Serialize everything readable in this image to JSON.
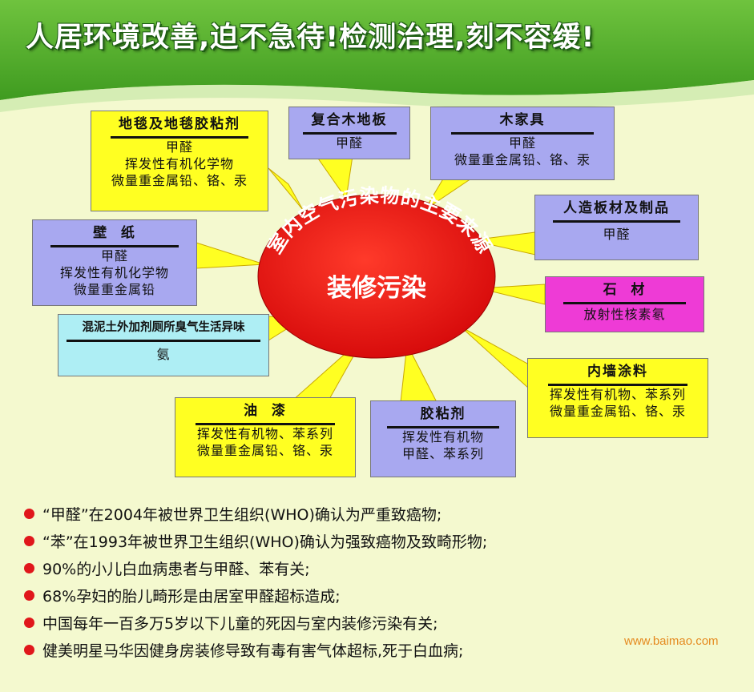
{
  "banner": {
    "title": "人居环境改善,迫不急待!检测治理,刻不容缓!"
  },
  "center": {
    "arc_text": "室内空气污染物的主要来源",
    "main": "装修污染"
  },
  "sources": {
    "carpet": {
      "title": "地毯及地毯胶粘剂",
      "lines": [
        "甲醛",
        "挥发性有机化学物",
        "微量重金属铅、铬、汞"
      ]
    },
    "composite_floor": {
      "title": "复合木地板",
      "lines": [
        "甲醛"
      ]
    },
    "furniture": {
      "title": "木家具",
      "lines": [
        "甲醛",
        "微量重金属铅、铬、汞"
      ]
    },
    "wood_board": {
      "title": "人造板材及制品",
      "lines": [
        "甲醛"
      ]
    },
    "wallpaper": {
      "title": "壁  纸",
      "lines": [
        "甲醛",
        "挥发性有机化学物",
        "微量重金属铅"
      ]
    },
    "stone": {
      "title": "石  材",
      "lines": [
        "放射性核素氡"
      ]
    },
    "concrete": {
      "title": "混泥土外加剂厕所臭气生活异味",
      "lines": [
        "氨"
      ]
    },
    "wall_paint": {
      "title": "内墙涂料",
      "lines": [
        "挥发性有机物、苯系列",
        "微量重金属铅、铬、汞"
      ]
    },
    "paint": {
      "title": "油  漆",
      "lines": [
        "挥发性有机物、苯系列",
        "微量重金属铅、铬、汞"
      ]
    },
    "adhesive": {
      "title": "胶粘剂",
      "lines": [
        "挥发性有机物",
        "甲醛、苯系列"
      ]
    }
  },
  "facts": [
    "“甲醛”在2004年被世界卫生组织(WHO)确认为严重致癌物;",
    "“苯”在1993年被世界卫生组织(WHO)确认为强致癌物及致畸形物;",
    "90%的小儿白血病患者与甲醛、苯有关;",
    "68%孕妇的胎儿畸形是由居室甲醛超标造成;",
    "中国每年一百多万5岁以下儿童的死因与室内装修污染有关;",
    "健美明星马华因健身房装修导致有毒有害气体超标,死于白血病;"
  ],
  "watermark": "www.baimao.com",
  "colors": {
    "banner": "#58b52b",
    "center": "#ee1212",
    "callout": "#ffff22",
    "bullet": "#e0171b"
  }
}
